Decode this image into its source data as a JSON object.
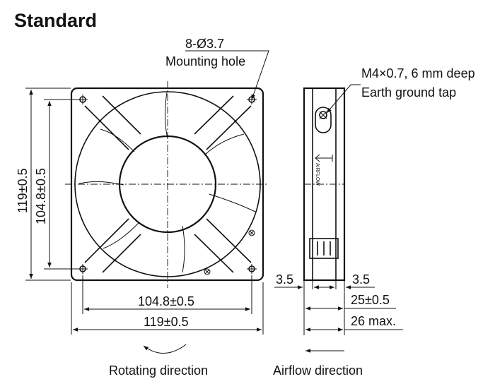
{
  "title": "Standard",
  "annotations": {
    "mounting_hole_spec": "8-Ø3.7",
    "mounting_hole_label": "Mounting hole",
    "ground_tap_spec": "M4×0.7, 6 mm deep",
    "ground_tap_label": "Earth ground tap",
    "side_airflow_mark": "AIRFLOW"
  },
  "dimensions": {
    "outer_height": "119±0.5",
    "hole_pitch_vertical": "104.8±0.5",
    "hole_pitch_horizontal": "104.8±0.5",
    "outer_width": "119±0.5",
    "flange_left": "3.5",
    "flange_right": "3.5",
    "depth": "25±0.5",
    "depth_max": "26 max."
  },
  "legend": {
    "rotating_direction": "Rotating direction",
    "airflow_direction": "Airflow direction"
  }
}
